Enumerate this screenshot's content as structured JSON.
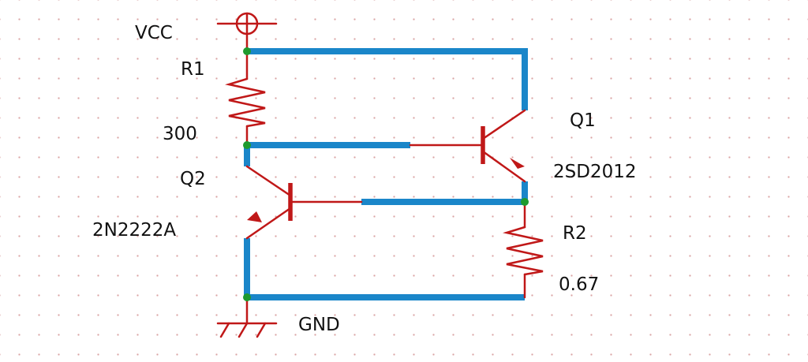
{
  "colors": {
    "wire": "#1a86c9",
    "component": "#c01818",
    "junction": "#1e9a2e",
    "grid_dot": "#d9a3a3",
    "label": "#111111"
  },
  "labels": {
    "vcc": "VCC",
    "gnd": "GND",
    "r1_ref": "R1",
    "r1_value": "300",
    "r2_ref": "R2",
    "r2_value": "0.67",
    "q1_ref": "Q1",
    "q1_part": "2SD2012",
    "q2_ref": "Q2",
    "q2_part": "2N2222A"
  }
}
